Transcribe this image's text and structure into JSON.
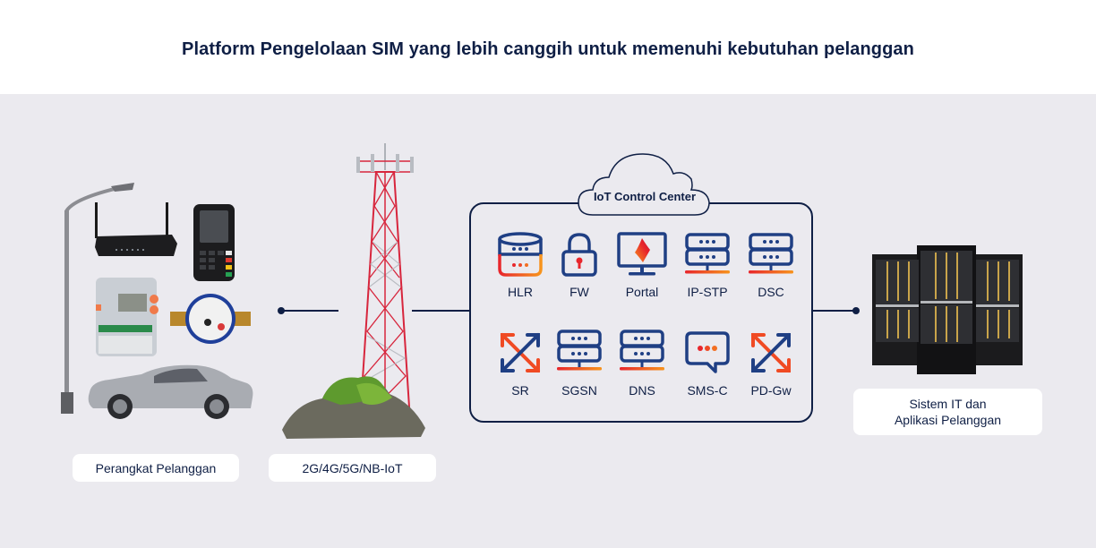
{
  "header": {
    "title": "Platform Pengelolaan SIM yang lebih canggih untuk memenuhi kebutuhan pelanggan"
  },
  "devices": {
    "label": "Perangkat Pelanggan",
    "items": [
      "street-light",
      "wifi-router",
      "payment-terminal",
      "electricity-meter",
      "water-meter",
      "car"
    ]
  },
  "network": {
    "label": "2G/4G/5G/NB-IoT",
    "image": "cell-tower"
  },
  "control_center": {
    "title": "IoT Control Center",
    "nodes": [
      {
        "label": "HLR",
        "icon": "database-icon"
      },
      {
        "label": "FW",
        "icon": "lock-icon"
      },
      {
        "label": "Portal",
        "icon": "monitor-icon"
      },
      {
        "label": "IP-STP",
        "icon": "server-icon"
      },
      {
        "label": "DSC",
        "icon": "server-icon"
      },
      {
        "label": "SR",
        "icon": "arrows-cross-icon"
      },
      {
        "label": "SGSN",
        "icon": "server-icon"
      },
      {
        "label": "DNS",
        "icon": "server-icon"
      },
      {
        "label": "SMS-C",
        "icon": "chat-bubble-icon"
      },
      {
        "label": "PD-Gw",
        "icon": "arrows-cross-icon"
      }
    ]
  },
  "it_systems": {
    "label_line1": "Sistem IT dan",
    "label_line2": "Aplikasi Pelanggan",
    "image": "server-racks"
  },
  "colors": {
    "navy": "#0f1f45",
    "icon_blue": "#1f3f84",
    "accent_red": "#e8262c",
    "accent_orange": "#f7941d",
    "panel_bg": "#ebeaef"
  }
}
